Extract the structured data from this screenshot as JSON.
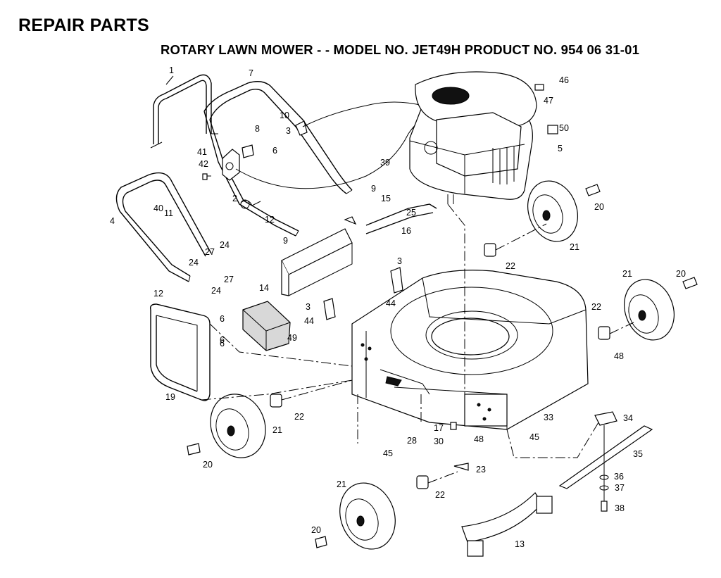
{
  "title": "REPAIR PARTS",
  "subtitle": "ROTARY LAWN MOWER - - MODEL NO. JET49H PRODUCT NO. 954 06 31-01",
  "labels": [
    "1",
    "7",
    "10",
    "3",
    "8",
    "6",
    "41",
    "42",
    "2",
    "4",
    "40",
    "11",
    "12",
    "9",
    "27",
    "24",
    "14",
    "12",
    "24",
    "27",
    "24",
    "6",
    "9",
    "15",
    "25",
    "16",
    "3",
    "44",
    "3",
    "44",
    "39",
    "46",
    "47",
    "50",
    "5",
    "20",
    "21",
    "22",
    "21",
    "20",
    "22",
    "48",
    "6",
    "6",
    "49",
    "19",
    "22",
    "21",
    "20",
    "17",
    "30",
    "28",
    "45",
    "48",
    "33",
    "45",
    "23",
    "34",
    "35",
    "36",
    "37",
    "38",
    "13",
    "21",
    "22",
    "20"
  ],
  "colors": {
    "ink": "#000000",
    "paper": "#ffffff"
  }
}
